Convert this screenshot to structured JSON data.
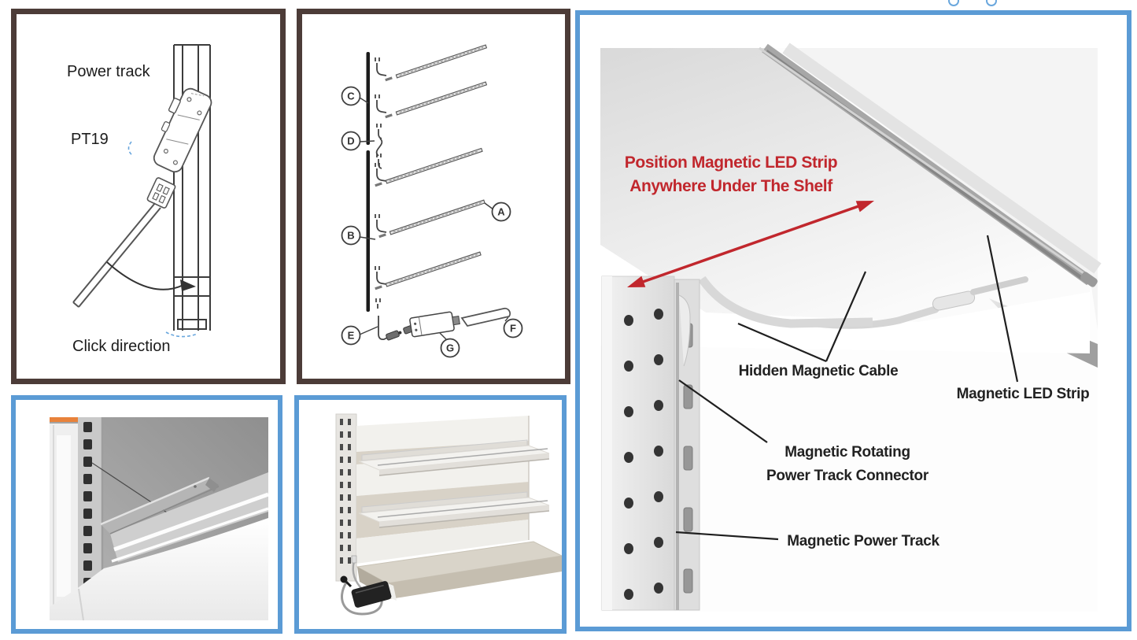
{
  "colors": {
    "frame_brown": "#4c3c38",
    "frame_blue": "#5b9bd5",
    "accent_red": "#c1272d",
    "drawing_line": "#444444",
    "photo_gray": "#bdbdbd"
  },
  "panel_click_direction": {
    "power_track": "Power track",
    "model": "PT19",
    "click_direction": "Click direction"
  },
  "panel_exploded": {
    "a": "A",
    "b": "B",
    "c": "C",
    "d": "D",
    "e": "E",
    "f": "F",
    "g": "G"
  },
  "panel_main": {
    "note_line1": "Position Magnetic LED Strip",
    "note_line2": "Anywhere Under The Shelf",
    "label_hidden_cable": "Hidden Magnetic Cable",
    "label_led_strip": "Magnetic LED Strip",
    "label_rotating_1": "Magnetic Rotating",
    "label_rotating_2": "Power Track Connector",
    "label_power_track": "Magnetic Power Track"
  }
}
